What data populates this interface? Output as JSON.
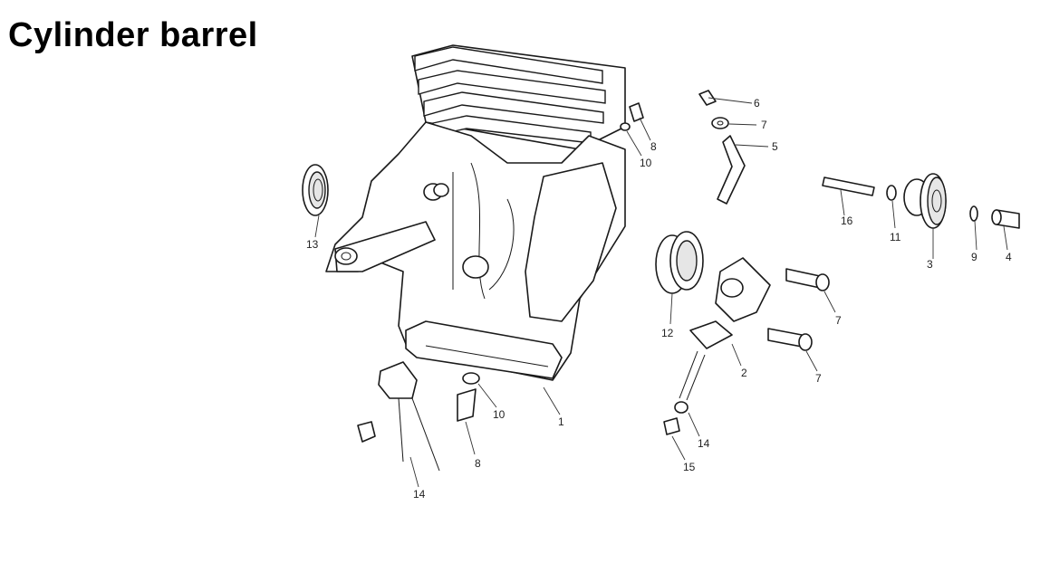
{
  "title": "Cylinder barrel",
  "callouts": [
    {
      "id": "c1",
      "text": "1"
    },
    {
      "id": "c2",
      "text": "2"
    },
    {
      "id": "c3",
      "text": "3"
    },
    {
      "id": "c4",
      "text": "4"
    },
    {
      "id": "c5",
      "text": "5"
    },
    {
      "id": "c6",
      "text": "6"
    },
    {
      "id": "c7a",
      "text": "7"
    },
    {
      "id": "c7b",
      "text": "7"
    },
    {
      "id": "c7c",
      "text": "7"
    },
    {
      "id": "c8a",
      "text": "8"
    },
    {
      "id": "c8b",
      "text": "8"
    },
    {
      "id": "c9",
      "text": "9"
    },
    {
      "id": "c10a",
      "text": "10"
    },
    {
      "id": "c10b",
      "text": "10"
    },
    {
      "id": "c11",
      "text": "11"
    },
    {
      "id": "c12",
      "text": "12"
    },
    {
      "id": "c13",
      "text": "13"
    },
    {
      "id": "c14a",
      "text": "14"
    },
    {
      "id": "c14b",
      "text": "14"
    },
    {
      "id": "c15",
      "text": "15"
    },
    {
      "id": "c16",
      "text": "16"
    }
  ]
}
